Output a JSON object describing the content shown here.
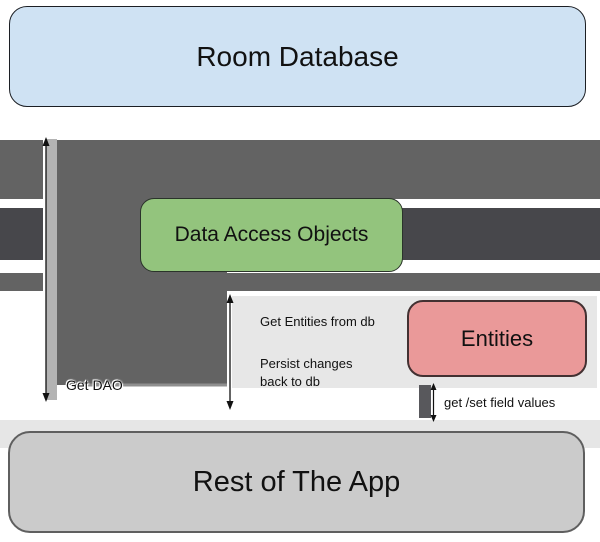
{
  "diagram": {
    "nodes": {
      "room_database": {
        "label": "Room Database",
        "fill": "#cfe2f3"
      },
      "dao": {
        "label": "Data Access Objects",
        "fill": "#93c47d"
      },
      "entities": {
        "label": "Entities",
        "fill": "#ea9999"
      },
      "rest_of_app": {
        "label": "Rest of The App",
        "fill": "#cbcbcb"
      }
    },
    "edge_labels": {
      "get_dao": "Get DAO",
      "get_entities_from_db": "Get Entities from db",
      "persist_changes_line1": "Persist changes",
      "persist_changes_line2": "back to db",
      "get_set_field_values": "get /set field values"
    },
    "colors": {
      "connector_dark": "#636363",
      "connector_darker": "#47474b",
      "connector_light_bar": "#b3b3b3",
      "panel_background": "#e7e7e7",
      "bottom_band": "#e6e6e6",
      "small_bar": "#58585c"
    }
  }
}
